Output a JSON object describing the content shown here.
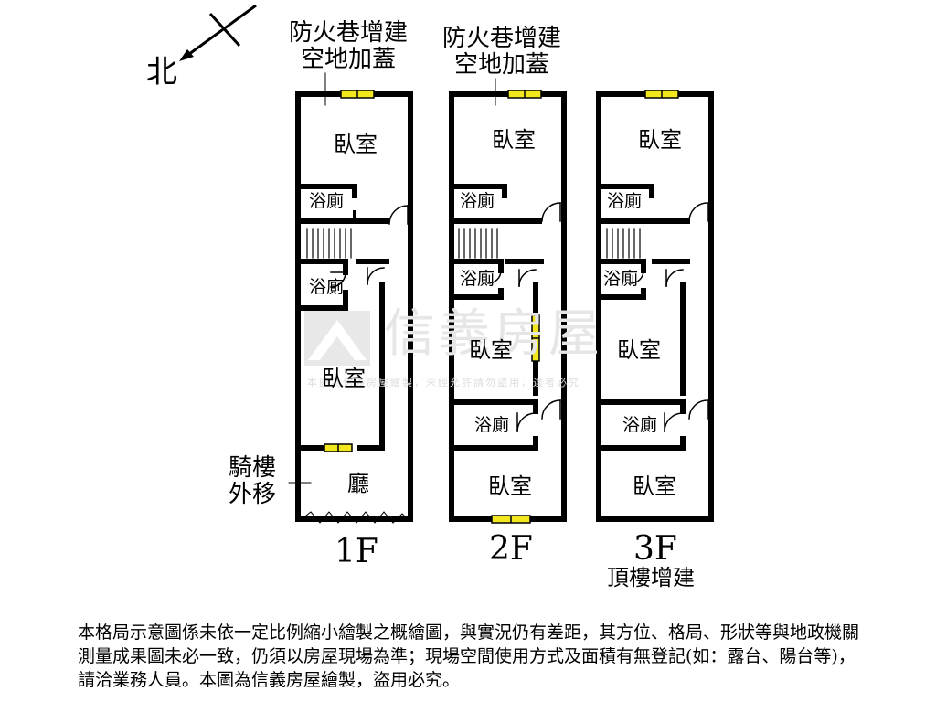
{
  "compass": {
    "label": "北"
  },
  "annotations": {
    "fire_lane_1f": [
      "防火巷增建",
      "空地加蓋"
    ],
    "fire_lane_2f": [
      "防火巷增建",
      "空地加蓋"
    ],
    "arcade": [
      "騎樓",
      "外移"
    ],
    "rooftop": "頂樓增建"
  },
  "floors": [
    {
      "label": "1F",
      "rooms": {
        "top_bedroom": "臥室",
        "bath_upper": "浴廁",
        "bath_lower": "浴廁",
        "bedroom_mid": "臥室",
        "living": "廳"
      }
    },
    {
      "label": "2F",
      "rooms": {
        "top_bedroom": "臥室",
        "bath_upper": "浴廁",
        "bath_mid": "浴廁",
        "bedroom_mid": "臥室",
        "bath_lower": "浴廁",
        "bottom_bedroom": "臥室"
      }
    },
    {
      "label": "3F",
      "rooms": {
        "top_bedroom": "臥室",
        "bath_upper": "浴廁",
        "bath_mid": "浴廁",
        "bedroom_mid": "臥室",
        "bath_lower": "浴廁",
        "bottom_bedroom": "臥室"
      }
    }
  ],
  "watermark": {
    "name": "信義房屋",
    "notice": "本圖為信義房屋繪製，未經允許請勿盜用，違者必究"
  },
  "disclaimer": "本格局示意圖係未依一定比例縮小繪製之概繪圖，與實況仍有差距，其方位、格局、形狀等與地政機關測量成果圖未必一致，仍須以房屋現場為準；現場空間使用方式及面積有無登記(如：露台、陽台等)，請洽業務人員。本圖為信義房屋繪製，盜用必究。",
  "colors": {
    "wall": "#000000",
    "window": "#f2e61e",
    "watermark": "#e6e6e6"
  }
}
